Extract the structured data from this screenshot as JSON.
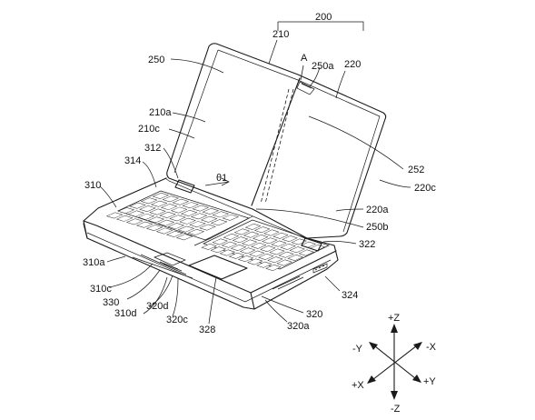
{
  "labels": {
    "l200": "200",
    "l210": "210",
    "lA": "A",
    "l220": "220",
    "l250": "250",
    "l250a": "250a",
    "l210a": "210a",
    "l210c": "210c",
    "l312": "312",
    "l314": "314",
    "l310": "310",
    "ltheta": "θ1",
    "l252": "252",
    "l220c": "220c",
    "l220a": "220a",
    "l250b": "250b",
    "l322": "322",
    "l310a": "310a",
    "l324": "324",
    "l310c": "310c",
    "l330": "330",
    "l320d": "320d",
    "l310d": "310d",
    "l320c": "320c",
    "l320": "320",
    "l320a": "320a",
    "l328": "328"
  },
  "axes": {
    "pz": "+Z",
    "nz": "-Z",
    "py": "+Y",
    "ny": "-Y",
    "px": "+X",
    "nx": "-X"
  },
  "colors": {
    "line": "#1a1a1a",
    "background": "#ffffff"
  }
}
